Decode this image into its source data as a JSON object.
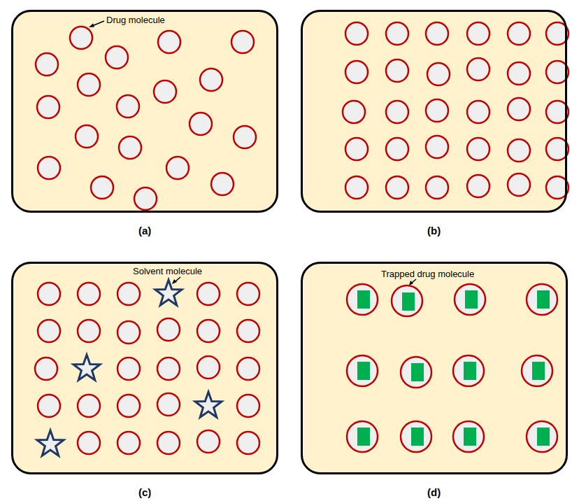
{
  "diagram": {
    "nodes": [
      {
        "text": [
          "Drug molecule",
          "(a)"
        ]
      },
      {
        "text": [
          "(b)"
        ]
      },
      {
        "text": [
          "Solvent molecule",
          "(c)"
        ]
      },
      {
        "text": [
          "Trapped drug molecule",
          "(d)"
        ]
      }
    ]
  }
}
